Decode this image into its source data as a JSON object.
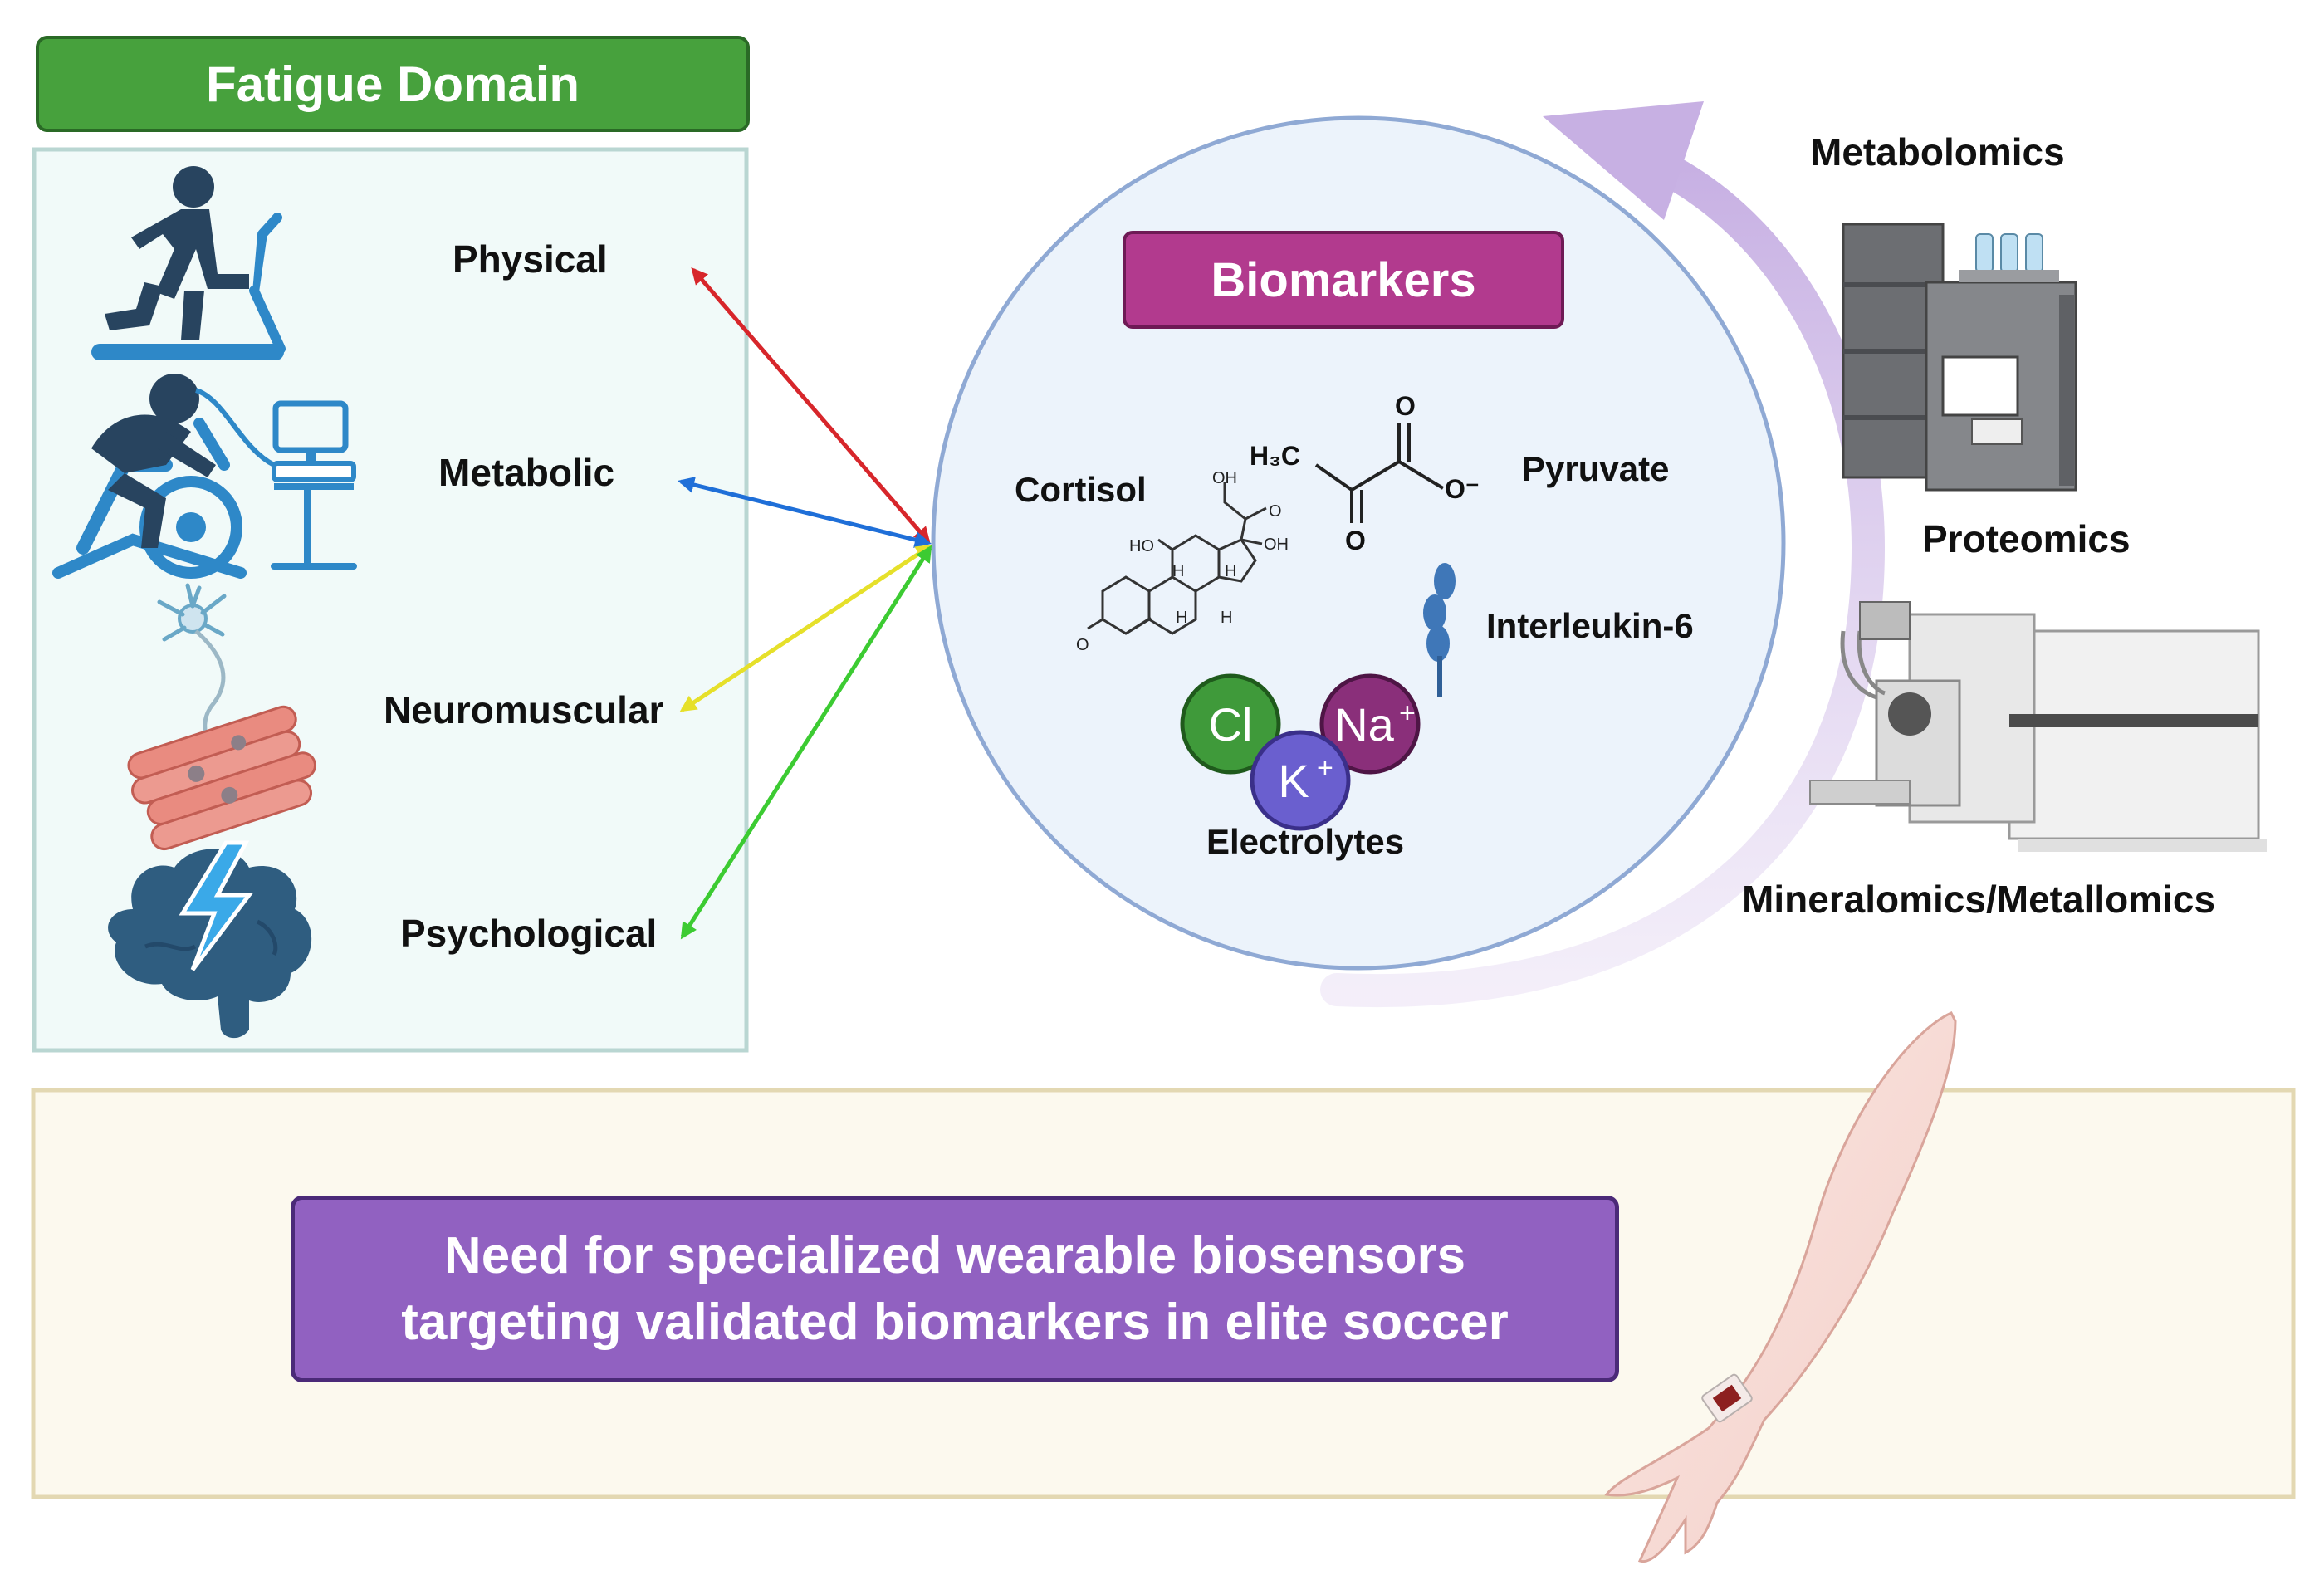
{
  "fatigue": {
    "header": "Fatigue Domain",
    "items": [
      {
        "label": "Physical",
        "arrow_color": "#d7262b"
      },
      {
        "label": "Metabolic",
        "arrow_color": "#1f6fd8"
      },
      {
        "label": "Neuromuscular",
        "arrow_color": "#e6e02a"
      },
      {
        "label": "Psychological",
        "arrow_color": "#3ccb32"
      }
    ]
  },
  "biomarkers": {
    "title": "Biomarkers",
    "cortisol": "Cortisol",
    "pyruvate": "Pyruvate",
    "interleukin": "Interleukin-6",
    "electrolytes": "Electrolytes",
    "ions": {
      "cl": "Cl",
      "na": "Na",
      "k": "K"
    },
    "molecule_text": {
      "h3c": "H₃C",
      "o": "O",
      "o_minus": "O⁻",
      "oh": "OH",
      "ho": "HO",
      "h": "H"
    }
  },
  "omics": {
    "metabolomics": "Metabolomics",
    "proteomics": "Proteomics",
    "mineralomics": "Mineralomics/Metallomics"
  },
  "need": {
    "line1": "Need for specialized wearable biosensors",
    "line2": "targeting validated biomarkers in elite soccer"
  },
  "colors": {
    "green": "#47a13d",
    "magenta": "#b23a8e",
    "purple": "#9161c1",
    "circle_fill": "#ecf3fb",
    "circle_stroke": "#8fa9d4",
    "panel_fill": "#f1faf9",
    "panel_stroke": "#b9d6d2",
    "cream": "#fcf9ee",
    "cream_stroke": "#e3d8b2",
    "cl": "#3f9a3a",
    "na": "#8a2f7a",
    "k": "#6a5fcf",
    "icon_blue": "#2e88c8",
    "icon_navy": "#28445f"
  }
}
